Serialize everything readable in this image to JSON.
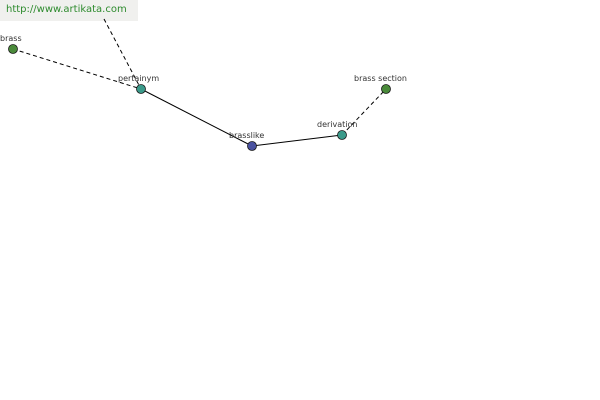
{
  "banner": {
    "url": "http://www.artikata.com"
  },
  "colors": {
    "background": "#ffffff",
    "banner_bg": "#f0f0ee",
    "banner_text": "#2e8b2e",
    "edge": "#000000",
    "node_green": "#4a8a3a",
    "node_teal": "#3a9a8a",
    "node_blue": "#4a52a0",
    "label": "#333333"
  },
  "graph": {
    "nodes": [
      {
        "id": "brass",
        "label": "brass",
        "color_key": "node_green"
      },
      {
        "id": "pertainym",
        "label": "pertainym",
        "color_key": "node_teal"
      },
      {
        "id": "brasslike",
        "label": "brasslike",
        "color_key": "node_blue"
      },
      {
        "id": "derivation",
        "label": "derivation",
        "color_key": "node_teal"
      },
      {
        "id": "brass-section",
        "label": "brass section",
        "color_key": "node_green"
      }
    ],
    "edges": [
      {
        "from": "brass",
        "to": "pertainym",
        "style": "dashed"
      },
      {
        "from": "offscreen-top",
        "to": "pertainym",
        "style": "dashed"
      },
      {
        "from": "pertainym",
        "to": "brasslike",
        "style": "solid"
      },
      {
        "from": "brasslike",
        "to": "derivation",
        "style": "solid"
      },
      {
        "from": "derivation",
        "to": "brass-section",
        "style": "dashed"
      }
    ]
  }
}
